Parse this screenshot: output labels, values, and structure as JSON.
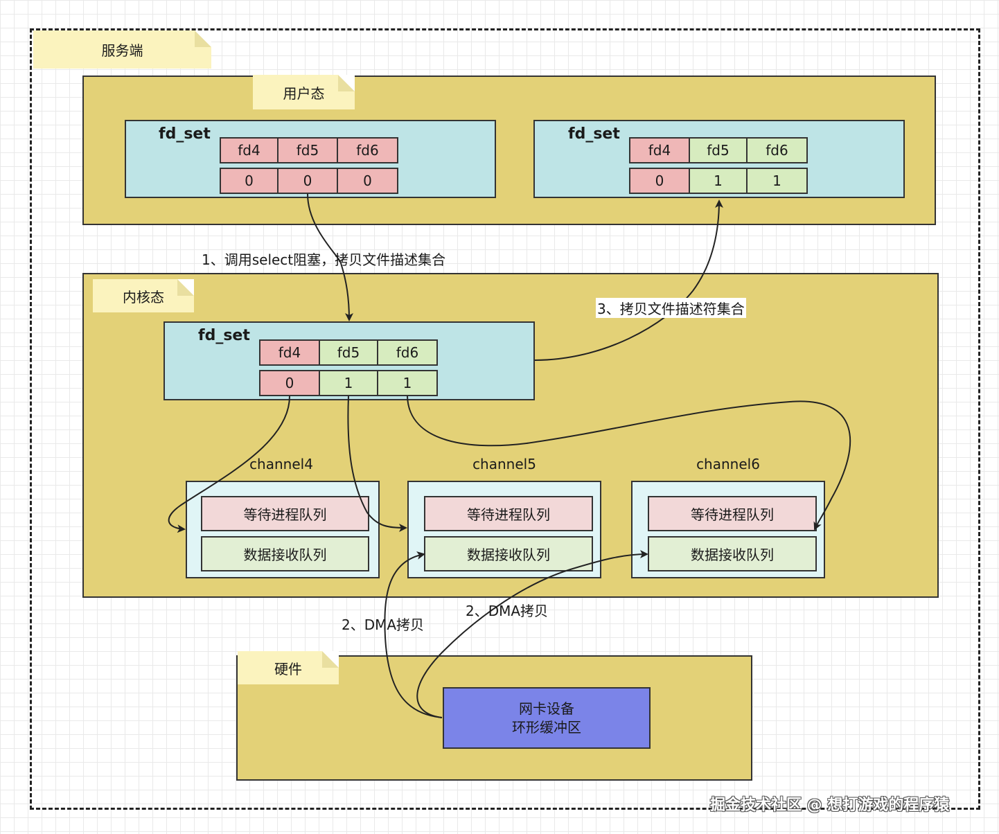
{
  "server": {
    "label": "服务端"
  },
  "user_space": {
    "label": "用户态",
    "fd_set_before": {
      "title": "fd_set",
      "fds": [
        "fd4",
        "fd5",
        "fd6"
      ],
      "bits": [
        "0",
        "0",
        "0"
      ]
    },
    "fd_set_after": {
      "title": "fd_set",
      "fds": [
        "fd4",
        "fd5",
        "fd6"
      ],
      "bits": [
        "0",
        "1",
        "1"
      ]
    }
  },
  "kernel_space": {
    "label": "内核态",
    "fd_set": {
      "title": "fd_set",
      "fds": [
        "fd4",
        "fd5",
        "fd6"
      ],
      "bits": [
        "0",
        "1",
        "1"
      ]
    },
    "channels": [
      {
        "name": "channel4",
        "wait_queue": "等待进程队列",
        "recv_queue": "数据接收队列"
      },
      {
        "name": "channel5",
        "wait_queue": "等待进程队列",
        "recv_queue": "数据接收队列"
      },
      {
        "name": "channel6",
        "wait_queue": "等待进程队列",
        "recv_queue": "数据接收队列"
      }
    ]
  },
  "hardware": {
    "label": "硬件",
    "nic": {
      "line1": "网卡设备",
      "line2": "环形缓冲区"
    }
  },
  "edges": {
    "step1": "1、调用select阻塞，拷贝文件描述集合",
    "step2a": "2、DMA拷贝",
    "step2b": "2、DMA拷贝",
    "step3": "3、拷贝文件描述符集合"
  },
  "colors": {
    "zone": "#e3d177",
    "fd_box": "#bee4e6",
    "fd_unset": "#efb7b7",
    "fd_set": "#d7ecbf",
    "nic": "#7b84e8",
    "note": "#fbf3be"
  },
  "watermark": "掘金技术社区 @ 想打游戏的程序猿"
}
